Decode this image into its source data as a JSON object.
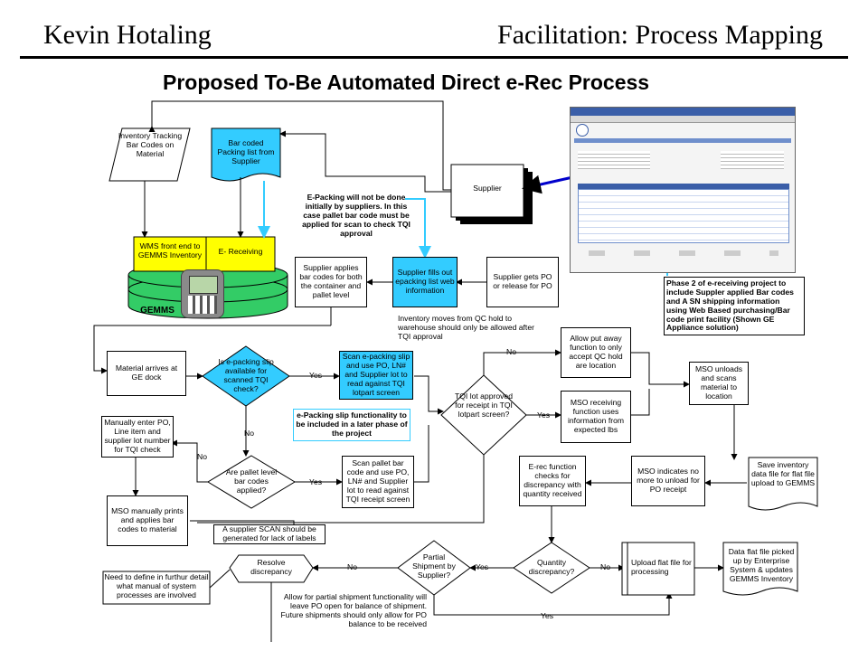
{
  "header": {
    "author": "Kevin Hotaling",
    "topic": "Facilitation: Process Mapping"
  },
  "title": "Proposed To-Be Automated Direct e-Rec Process",
  "nodes": {
    "inventory_tracking": "Inventory Tracking Bar Codes on Material",
    "bar_coded_packing": "Bar coded Packing list from Supplier",
    "supplier": "Supplier",
    "wms_front_end": "WMS front end to GEMMS Inventory",
    "e_receiving": "E- Receiving",
    "gemms": "GEMMS",
    "supplier_applies_bar_codes": "Supplier applies bar codes for both the container and pallet level",
    "supplier_fills_out": "Supplier fills out epacking list web information",
    "supplier_gets_po": "Supplier gets PO or release for PO",
    "material_arrives": "Material arrives at GE dock",
    "is_epacking_available": "Is e-packing slip available for scanned TQI check?",
    "scan_epacking": "Scan e-packing slip and use PO, LN# and Supplier lot to read against TQI lotpart screen",
    "tqi_lot_approved": "TQI lot approved for receipt in TQI lotpart screen?",
    "allow_put_away": "Allow put away function to only accept QC hold are location",
    "mso_receiving": "MSO receiving function uses information from expected lbs",
    "mso_unloads": "MSO unloads and scans material to location",
    "manually_enter_po": "Manually enter PO, Line item and supplier lot number for TQI check",
    "are_pallet_codes": "Are pallet level bar codes applied?",
    "scan_pallet": "Scan pallet bar code and use PO, LN# and Supplier lot to read against TQI receipt screen",
    "erec_function": "E-rec function checks for discrepancy with quantity received",
    "mso_indicates": "MSO indicates no more to unload for PO receipt",
    "save_inventory": "Save inventory data file for flat file upload to GEMMS",
    "mso_manually_prints": "MSO manually prints and applies bar codes to material",
    "resolve_discrepancy": "Resolve discrepancy",
    "partial_shipment": "Partial Shipment by Supplier?",
    "quantity_discrepancy": "Quantity discrepancy?",
    "upload_flat_file": "Upload flat file for processing",
    "data_flat_file": "Data flat file picked up by Enterprise System & updates GEMMS Inventory"
  },
  "notes": {
    "epacking_not_done": "E-Packing will not be done initially by suppliers. In this case pallet bar code must be applied for scan to check TQI approval",
    "phase2": "Phase 2 of e-receiving project to include Suppler applied Bar codes and A SN shipping information using Web Based purchasing/Bar code print facility (Shown GE Appliance solution)",
    "inventory_moves": "Inventory moves from QC hold to warehouse should only be allowed after TQI approval",
    "epacking_later": "e-Packing slip functionality to be included in a later phase of the project",
    "supplier_scan": "A supplier SCAN should be generated for lack of labels",
    "define_further": "Need to define in furthur detail what manual of system processes are involved",
    "allow_partial": "Allow for partial shipment functionality will leave PO open for balance of shipment. Future shipments should only allow for PO balance to be received"
  },
  "edge_labels": {
    "yes": "Yes",
    "no": "No"
  },
  "colors": {
    "cyan": "#33ccff",
    "yellow": "#ffff00",
    "green": "#33cc66",
    "connector_cyan": "#33ccff",
    "arrow_blue": "#0000cc"
  }
}
